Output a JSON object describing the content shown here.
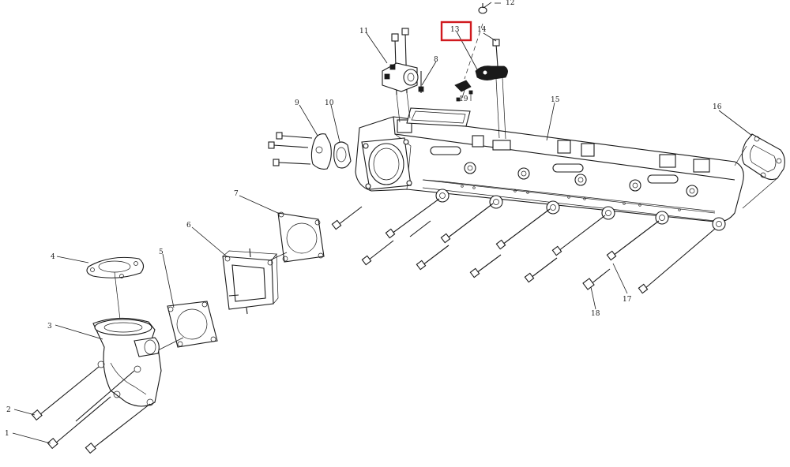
{
  "diagram": {
    "labels": {
      "p1": "1",
      "p2": "2",
      "p3": "3",
      "p4": "4",
      "p5": "5",
      "p6": "6",
      "p7": "7",
      "p8": "8",
      "p9": "9",
      "p10": "10",
      "p11": "11",
      "p12": "12",
      "p13": "13",
      "p14": "14",
      "p15": "15",
      "p16": "16",
      "p17": "17",
      "p18": "18",
      "p19": "19"
    },
    "highlighted_part": "13",
    "highlight_color": "#d0191e",
    "line_color": "#1a1a1a"
  }
}
